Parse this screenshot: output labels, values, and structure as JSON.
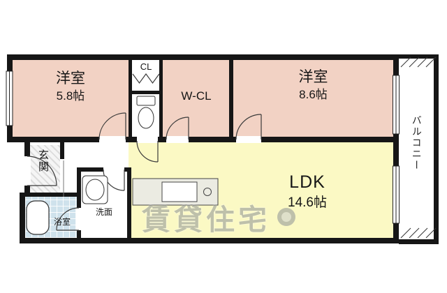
{
  "floorplan": {
    "rooms": {
      "western1": {
        "label": "洋室",
        "size": "5.8帖"
      },
      "cl": {
        "label": "CL"
      },
      "wcl": {
        "label": "W-CL"
      },
      "western2": {
        "label": "洋室",
        "size": "8.6帖"
      },
      "ldk": {
        "label": "LDK",
        "size": "14.6帖"
      },
      "genkan": {
        "label": "玄関"
      },
      "bath": {
        "label": "浴室"
      },
      "washroom": {
        "label": "洗面"
      },
      "balcony": {
        "label": "バルコニー"
      }
    },
    "watermark": {
      "text": "賃貸住宅"
    },
    "colors": {
      "wall": "#161616",
      "room_pink": "#f2d2c4",
      "ldk_yellow": "#fbf9c4",
      "bath_blue": "#cfe2ec",
      "kitchen_gray": "#ebebe2",
      "watermark_gray": "#8d9296"
    }
  }
}
